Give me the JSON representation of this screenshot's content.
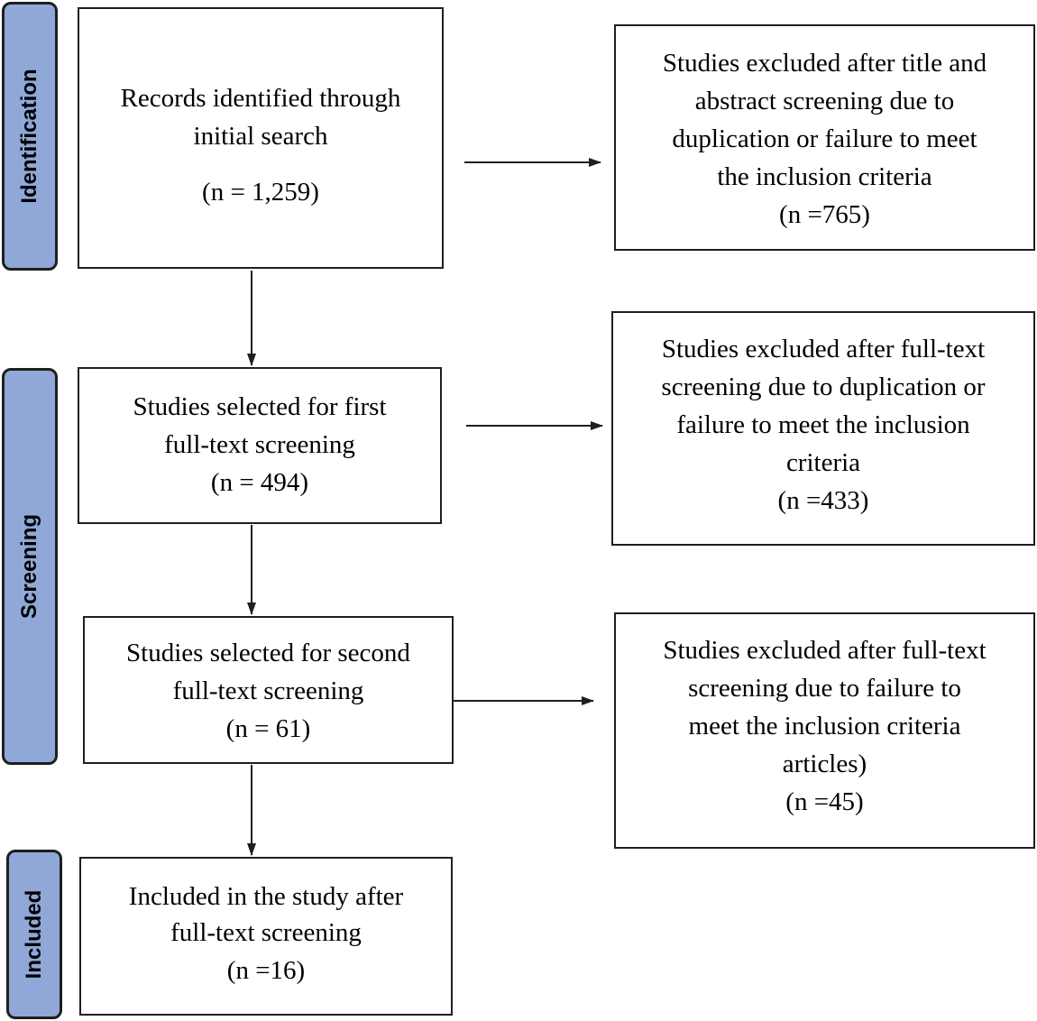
{
  "stages": {
    "identification": "Identification",
    "screening": "Screening",
    "included": "Included"
  },
  "records_identified": {
    "line1": "Records identified through",
    "line2": "initial search",
    "count": "(n = 1,259)"
  },
  "excluded_title_abstract": {
    "line1": "Studies excluded after title and",
    "line2": "abstract screening due to",
    "line3": "duplication or failure to meet",
    "line4": "the inclusion criteria",
    "count": "(n =765)"
  },
  "first_fulltext": {
    "line1": "Studies selected for first",
    "line2": "full-text screening",
    "count": "(n = 494)"
  },
  "excluded_first_fulltext": {
    "line1": "Studies excluded after full-text",
    "line2": "screening due to duplication or",
    "line3": "failure to meet the inclusion",
    "line4": "criteria",
    "count": "(n =433)"
  },
  "second_fulltext": {
    "line1": "Studies selected for second",
    "line2": "full-text screening",
    "count": "(n = 61)"
  },
  "excluded_second_fulltext": {
    "line1": "Studies excluded after full-text",
    "line2": "screening due to failure to",
    "line3": "meet the inclusion criteria",
    "line4": "articles)",
    "count": "(n =45)"
  },
  "included_final": {
    "line1": "Included in the study after",
    "line2": "full-text screening",
    "count": "(n =16)"
  }
}
